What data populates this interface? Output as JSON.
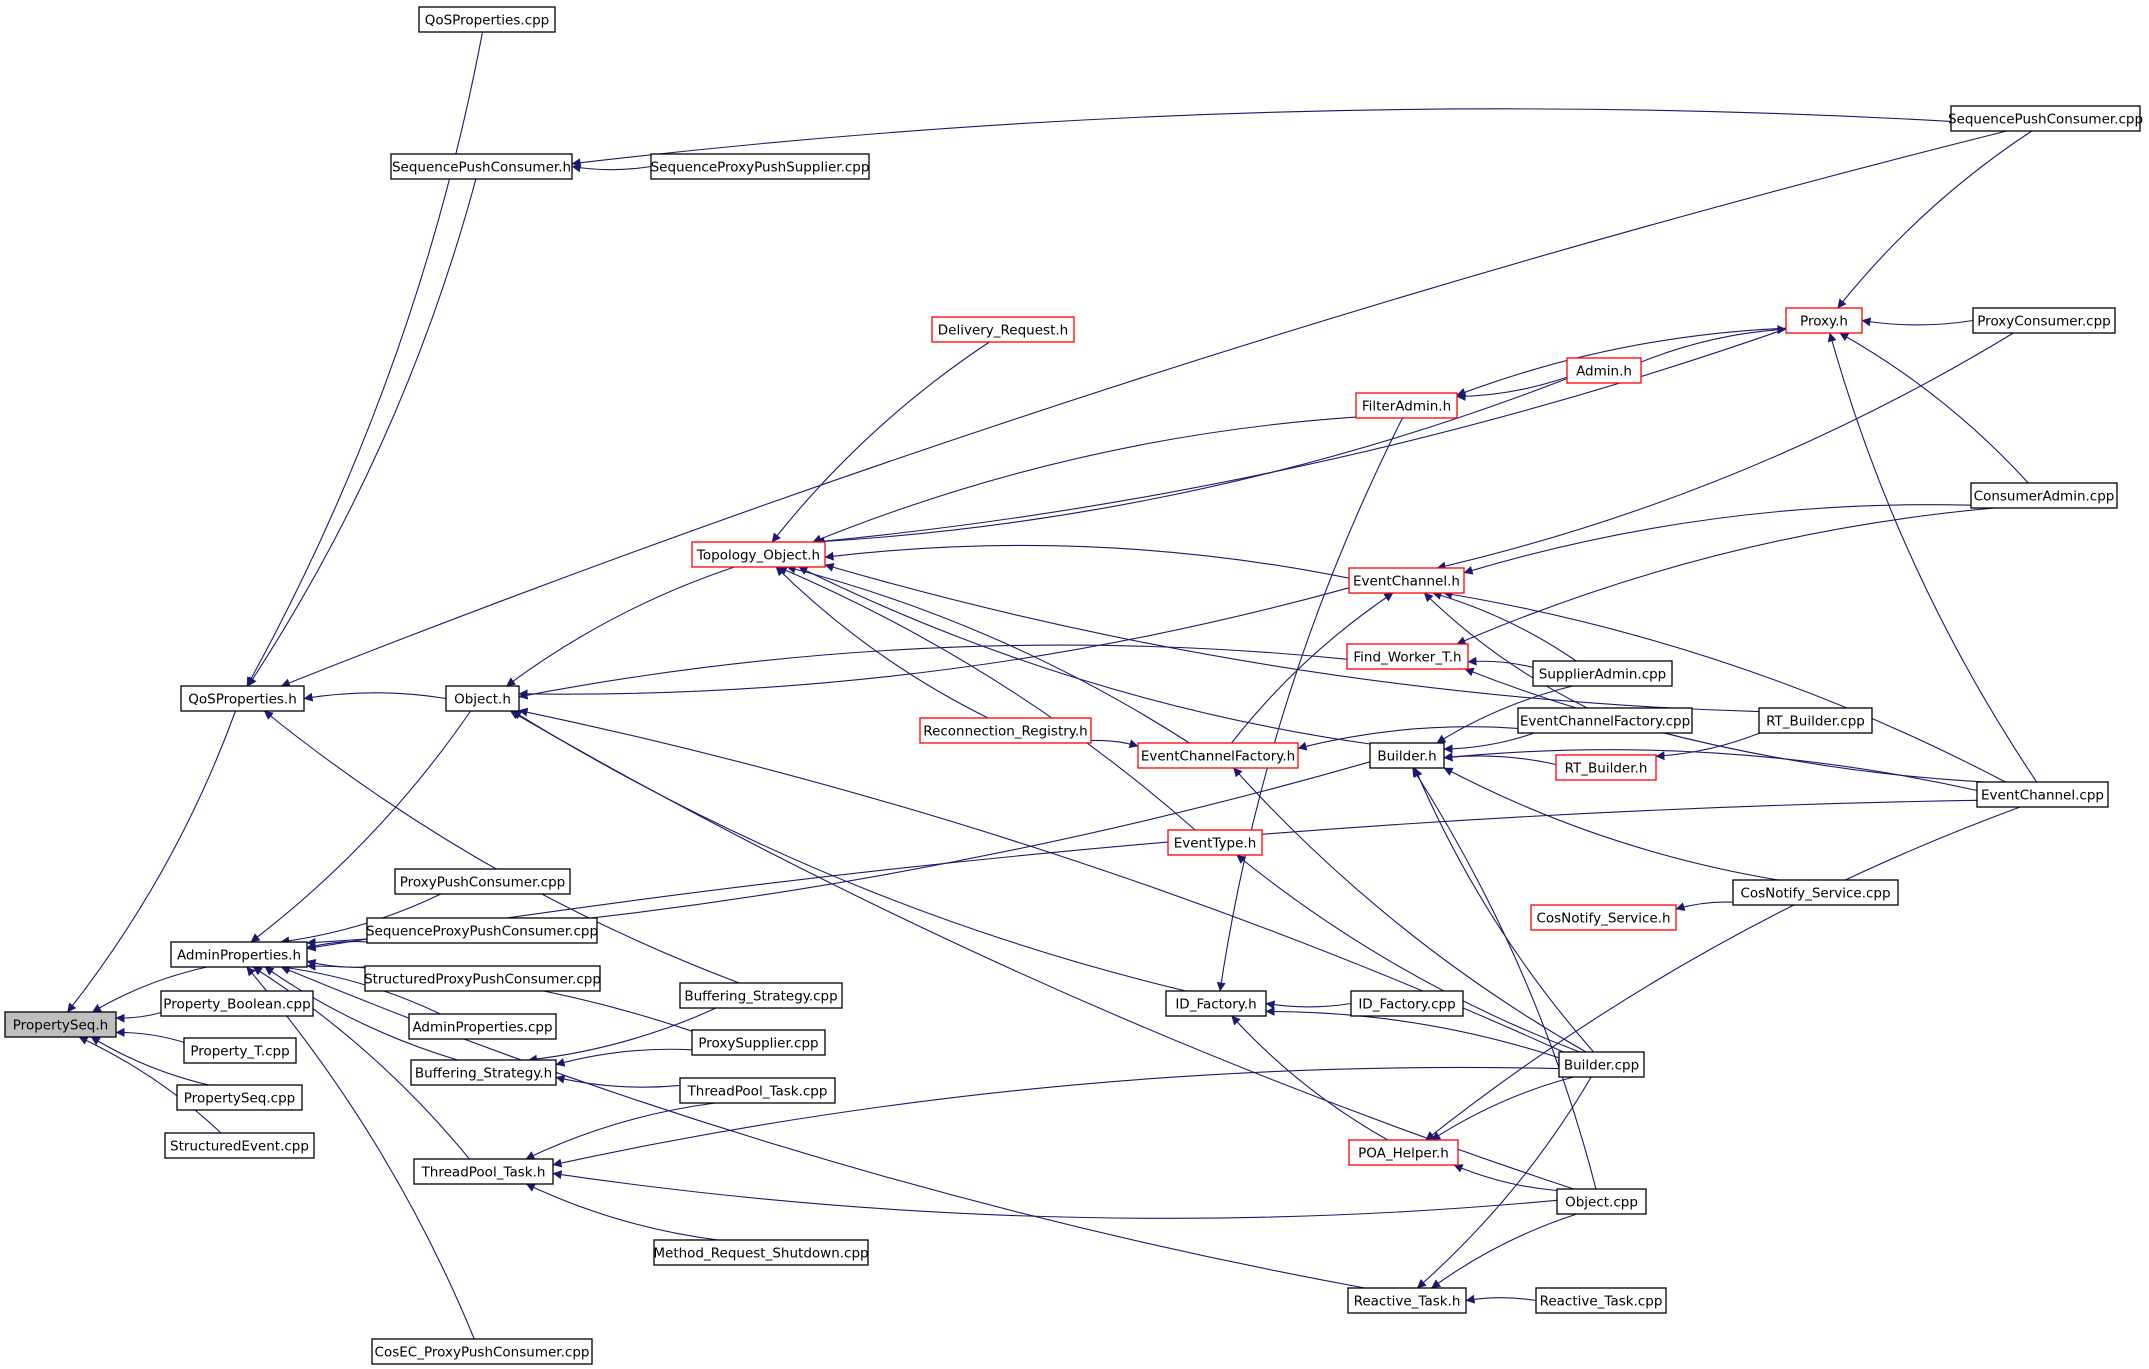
{
  "nodes": [
    {
      "id": "PropertySeq_h",
      "label": "PropertySeq.h",
      "kind": "root"
    },
    {
      "id": "QoSProperties_cpp",
      "label": "QoSProperties.cpp",
      "kind": "normal"
    },
    {
      "id": "SequencePushConsumer_cpp",
      "label": "SequencePushConsumer.cpp",
      "kind": "normal"
    },
    {
      "id": "SequencePushConsumer_h",
      "label": "SequencePushConsumer.h",
      "kind": "normal"
    },
    {
      "id": "SequenceProxyPushSupplier_cpp",
      "label": "SequenceProxyPushSupplier.cpp",
      "kind": "normal"
    },
    {
      "id": "Proxy_h",
      "label": "Proxy.h",
      "kind": "red"
    },
    {
      "id": "ProxyConsumer_cpp",
      "label": "ProxyConsumer.cpp",
      "kind": "normal"
    },
    {
      "id": "Delivery_Request_h",
      "label": "Delivery_Request.h",
      "kind": "red"
    },
    {
      "id": "Admin_h",
      "label": "Admin.h",
      "kind": "red"
    },
    {
      "id": "FilterAdmin_h",
      "label": "FilterAdmin.h",
      "kind": "red"
    },
    {
      "id": "ConsumerAdmin_cpp",
      "label": "ConsumerAdmin.cpp",
      "kind": "normal"
    },
    {
      "id": "Topology_Object_h",
      "label": "Topology_Object.h",
      "kind": "red"
    },
    {
      "id": "EventChannel_h",
      "label": "EventChannel.h",
      "kind": "red"
    },
    {
      "id": "Find_Worker_T_h",
      "label": "Find_Worker_T.h",
      "kind": "red"
    },
    {
      "id": "SupplierAdmin_cpp",
      "label": "SupplierAdmin.cpp",
      "kind": "normal"
    },
    {
      "id": "QoSProperties_h",
      "label": "QoSProperties.h",
      "kind": "normal"
    },
    {
      "id": "Object_h",
      "label": "Object.h",
      "kind": "normal"
    },
    {
      "id": "EventChannelFactory_cpp",
      "label": "EventChannelFactory.cpp",
      "kind": "normal"
    },
    {
      "id": "RT_Builder_cpp",
      "label": "RT_Builder.cpp",
      "kind": "normal"
    },
    {
      "id": "Reconnection_Registry_h",
      "label": "Reconnection_Registry.h",
      "kind": "red"
    },
    {
      "id": "EventChannelFactory_h",
      "label": "EventChannelFactory.h",
      "kind": "red"
    },
    {
      "id": "Builder_h",
      "label": "Builder.h",
      "kind": "normal"
    },
    {
      "id": "RT_Builder_h",
      "label": "RT_Builder.h",
      "kind": "red"
    },
    {
      "id": "EventChannel_cpp",
      "label": "EventChannel.cpp",
      "kind": "normal"
    },
    {
      "id": "EventType_h",
      "label": "EventType.h",
      "kind": "red"
    },
    {
      "id": "ProxyPushConsumer_cpp",
      "label": "ProxyPushConsumer.cpp",
      "kind": "normal"
    },
    {
      "id": "CosNotify_Service_cpp",
      "label": "CosNotify_Service.cpp",
      "kind": "normal"
    },
    {
      "id": "SequenceProxyPushConsumer_cpp",
      "label": "SequenceProxyPushConsumer.cpp",
      "kind": "normal"
    },
    {
      "id": "CosNotify_Service_h",
      "label": "CosNotify_Service.h",
      "kind": "red"
    },
    {
      "id": "AdminProperties_h",
      "label": "AdminProperties.h",
      "kind": "normal"
    },
    {
      "id": "StructuredProxyPushConsumer_cpp",
      "label": "StructuredProxyPushConsumer.cpp",
      "kind": "normal"
    },
    {
      "id": "Buffering_Strategy_cpp",
      "label": "Buffering_Strategy.cpp",
      "kind": "normal"
    },
    {
      "id": "Property_Boolean_cpp",
      "label": "Property_Boolean.cpp",
      "kind": "normal"
    },
    {
      "id": "ID_Factory_h",
      "label": "ID_Factory.h",
      "kind": "normal"
    },
    {
      "id": "ID_Factory_cpp",
      "label": "ID_Factory.cpp",
      "kind": "normal"
    },
    {
      "id": "AdminProperties_cpp",
      "label": "AdminProperties.cpp",
      "kind": "normal"
    },
    {
      "id": "Property_T_cpp",
      "label": "Property_T.cpp",
      "kind": "normal"
    },
    {
      "id": "ProxySupplier_cpp",
      "label": "ProxySupplier.cpp",
      "kind": "normal"
    },
    {
      "id": "Buffering_Strategy_h",
      "label": "Buffering_Strategy.h",
      "kind": "normal"
    },
    {
      "id": "Builder_cpp",
      "label": "Builder.cpp",
      "kind": "normal"
    },
    {
      "id": "ThreadPool_Task_cpp",
      "label": "ThreadPool_Task.cpp",
      "kind": "normal"
    },
    {
      "id": "PropertySeq_cpp",
      "label": "PropertySeq.cpp",
      "kind": "normal"
    },
    {
      "id": "StructuredEvent_cpp",
      "label": "StructuredEvent.cpp",
      "kind": "normal"
    },
    {
      "id": "POA_Helper_h",
      "label": "POA_Helper.h",
      "kind": "red"
    },
    {
      "id": "ThreadPool_Task_h",
      "label": "ThreadPool_Task.h",
      "kind": "normal"
    },
    {
      "id": "Object_cpp",
      "label": "Object.cpp",
      "kind": "normal"
    },
    {
      "id": "Method_Request_Shutdown_cpp",
      "label": "Method_Request_Shutdown.cpp",
      "kind": "normal"
    },
    {
      "id": "Reactive_Task_h",
      "label": "Reactive_Task.h",
      "kind": "normal"
    },
    {
      "id": "Reactive_Task_cpp",
      "label": "Reactive_Task.cpp",
      "kind": "normal"
    },
    {
      "id": "CosEC_ProxyPushConsumer_cpp",
      "label": "CosEC_ProxyPushConsumer.cpp",
      "kind": "normal"
    }
  ],
  "edges": [
    [
      "QoSProperties_h",
      "PropertySeq_h"
    ],
    [
      "AdminProperties_h",
      "PropertySeq_h"
    ],
    [
      "Property_Boolean_cpp",
      "PropertySeq_h"
    ],
    [
      "Property_T_cpp",
      "PropertySeq_h"
    ],
    [
      "PropertySeq_cpp",
      "PropertySeq_h"
    ],
    [
      "StructuredEvent_cpp",
      "PropertySeq_h"
    ],
    [
      "QoSProperties_cpp",
      "QoSProperties_h"
    ],
    [
      "SequencePushConsumer_cpp",
      "QoSProperties_h"
    ],
    [
      "SequencePushConsumer_h",
      "QoSProperties_h"
    ],
    [
      "Object_h",
      "QoSProperties_h"
    ],
    [
      "Buffering_Strategy_cpp",
      "QoSProperties_h"
    ],
    [
      "SequencePushConsumer_cpp",
      "SequencePushConsumer_h"
    ],
    [
      "SequenceProxyPushSupplier_cpp",
      "SequencePushConsumer_h"
    ],
    [
      "Topology_Object_h",
      "Object_h"
    ],
    [
      "EventChannel_h",
      "Object_h"
    ],
    [
      "Find_Worker_T_h",
      "Object_h"
    ],
    [
      "ID_Factory_h",
      "Object_h"
    ],
    [
      "Builder_cpp",
      "Object_h"
    ],
    [
      "Object_cpp",
      "Object_h"
    ],
    [
      "Delivery_Request_h",
      "Topology_Object_h"
    ],
    [
      "Proxy_h",
      "Topology_Object_h"
    ],
    [
      "FilterAdmin_h",
      "Topology_Object_h"
    ],
    [
      "Admin_h",
      "Topology_Object_h"
    ],
    [
      "EventChannel_h",
      "Topology_Object_h"
    ],
    [
      "Reconnection_Registry_h",
      "Topology_Object_h"
    ],
    [
      "EventChannelFactory_h",
      "Topology_Object_h"
    ],
    [
      "Builder_h",
      "Topology_Object_h"
    ],
    [
      "EventType_h",
      "Topology_Object_h"
    ],
    [
      "ProxyConsumer_cpp",
      "Proxy_h"
    ],
    [
      "SequencePushConsumer_cpp",
      "Proxy_h"
    ],
    [
      "Admin_h",
      "Proxy_h"
    ],
    [
      "ConsumerAdmin_cpp",
      "Proxy_h"
    ],
    [
      "EventChannel_cpp",
      "Proxy_h"
    ],
    [
      "Proxy_h",
      "FilterAdmin_h"
    ],
    [
      "Admin_h",
      "FilterAdmin_h"
    ],
    [
      "ConsumerAdmin_cpp",
      "EventChannel_h"
    ],
    [
      "ProxyConsumer_cpp",
      "EventChannel_h"
    ],
    [
      "SupplierAdmin_cpp",
      "EventChannel_h"
    ],
    [
      "EventChannelFactory_cpp",
      "EventChannel_h"
    ],
    [
      "EventChannel_cpp",
      "EventChannel_h"
    ],
    [
      "EventChannelFactory_h",
      "EventChannel_h"
    ],
    [
      "SupplierAdmin_cpp",
      "Find_Worker_T_h"
    ],
    [
      "EventChannel_cpp",
      "Find_Worker_T_h"
    ],
    [
      "ConsumerAdmin_cpp",
      "Find_Worker_T_h"
    ],
    [
      "Reconnection_Registry_h",
      "EventChannelFactory_h"
    ],
    [
      "EventChannelFactory_cpp",
      "EventChannelFactory_h"
    ],
    [
      "Builder_cpp",
      "EventChannelFactory_h"
    ],
    [
      "SupplierAdmin_cpp",
      "Builder_h"
    ],
    [
      "EventChannelFactory_cpp",
      "Builder_h"
    ],
    [
      "RT_Builder_h",
      "Builder_h"
    ],
    [
      "CosNotify_Service_cpp",
      "Builder_h"
    ],
    [
      "EventChannel_cpp",
      "Builder_h"
    ],
    [
      "Builder_cpp",
      "Builder_h"
    ],
    [
      "Object_cpp",
      "Builder_h"
    ],
    [
      "RT_Builder_cpp",
      "RT_Builder_h"
    ],
    [
      "CosNotify_Service_cpp",
      "CosNotify_Service_h"
    ],
    [
      "Builder_cpp",
      "EventType_h"
    ],
    [
      "FilterAdmin_h",
      "ID_Factory_h"
    ],
    [
      "ID_Factory_cpp",
      "ID_Factory_h"
    ],
    [
      "Builder_cpp",
      "ID_Factory_h"
    ],
    [
      "POA_Helper_h",
      "ID_Factory_h"
    ],
    [
      "Builder_cpp",
      "POA_Helper_h"
    ],
    [
      "Object_cpp",
      "POA_Helper_h"
    ],
    [
      "EventChannel_cpp",
      "POA_Helper_h"
    ],
    [
      "ProxyPushConsumer_cpp",
      "AdminProperties_h"
    ],
    [
      "SequenceProxyPushConsumer_cpp",
      "AdminProperties_h"
    ],
    [
      "StructuredProxyPushConsumer_cpp",
      "AdminProperties_h"
    ],
    [
      "AdminProperties_cpp",
      "AdminProperties_h"
    ],
    [
      "Buffering_Strategy_h",
      "AdminProperties_h"
    ],
    [
      "ThreadPool_Task_h",
      "AdminProperties_h"
    ],
    [
      "Reactive_Task_h",
      "AdminProperties_h"
    ],
    [
      "CosEC_ProxyPushConsumer_cpp",
      "AdminProperties_h"
    ],
    [
      "Object_h",
      "AdminProperties_h"
    ],
    [
      "EventChannel_cpp",
      "AdminProperties_h"
    ],
    [
      "Builder_h",
      "AdminProperties_h"
    ],
    [
      "ProxySupplier_cpp",
      "AdminProperties_h"
    ],
    [
      "Buffering_Strategy_cpp",
      "Buffering_Strategy_h"
    ],
    [
      "ProxySupplier_cpp",
      "Buffering_Strategy_h"
    ],
    [
      "ThreadPool_Task_cpp",
      "Buffering_Strategy_h"
    ],
    [
      "ThreadPool_Task_cpp",
      "ThreadPool_Task_h"
    ],
    [
      "Method_Request_Shutdown_cpp",
      "ThreadPool_Task_h"
    ],
    [
      "Builder_cpp",
      "ThreadPool_Task_h"
    ],
    [
      "Object_cpp",
      "ThreadPool_Task_h"
    ],
    [
      "Reactive_Task_cpp",
      "Reactive_Task_h"
    ],
    [
      "Builder_cpp",
      "Reactive_Task_h"
    ],
    [
      "Object_cpp",
      "Reactive_Task_h"
    ],
    [
      "RT_Builder_cpp",
      "Topology_Object_h"
    ]
  ]
}
